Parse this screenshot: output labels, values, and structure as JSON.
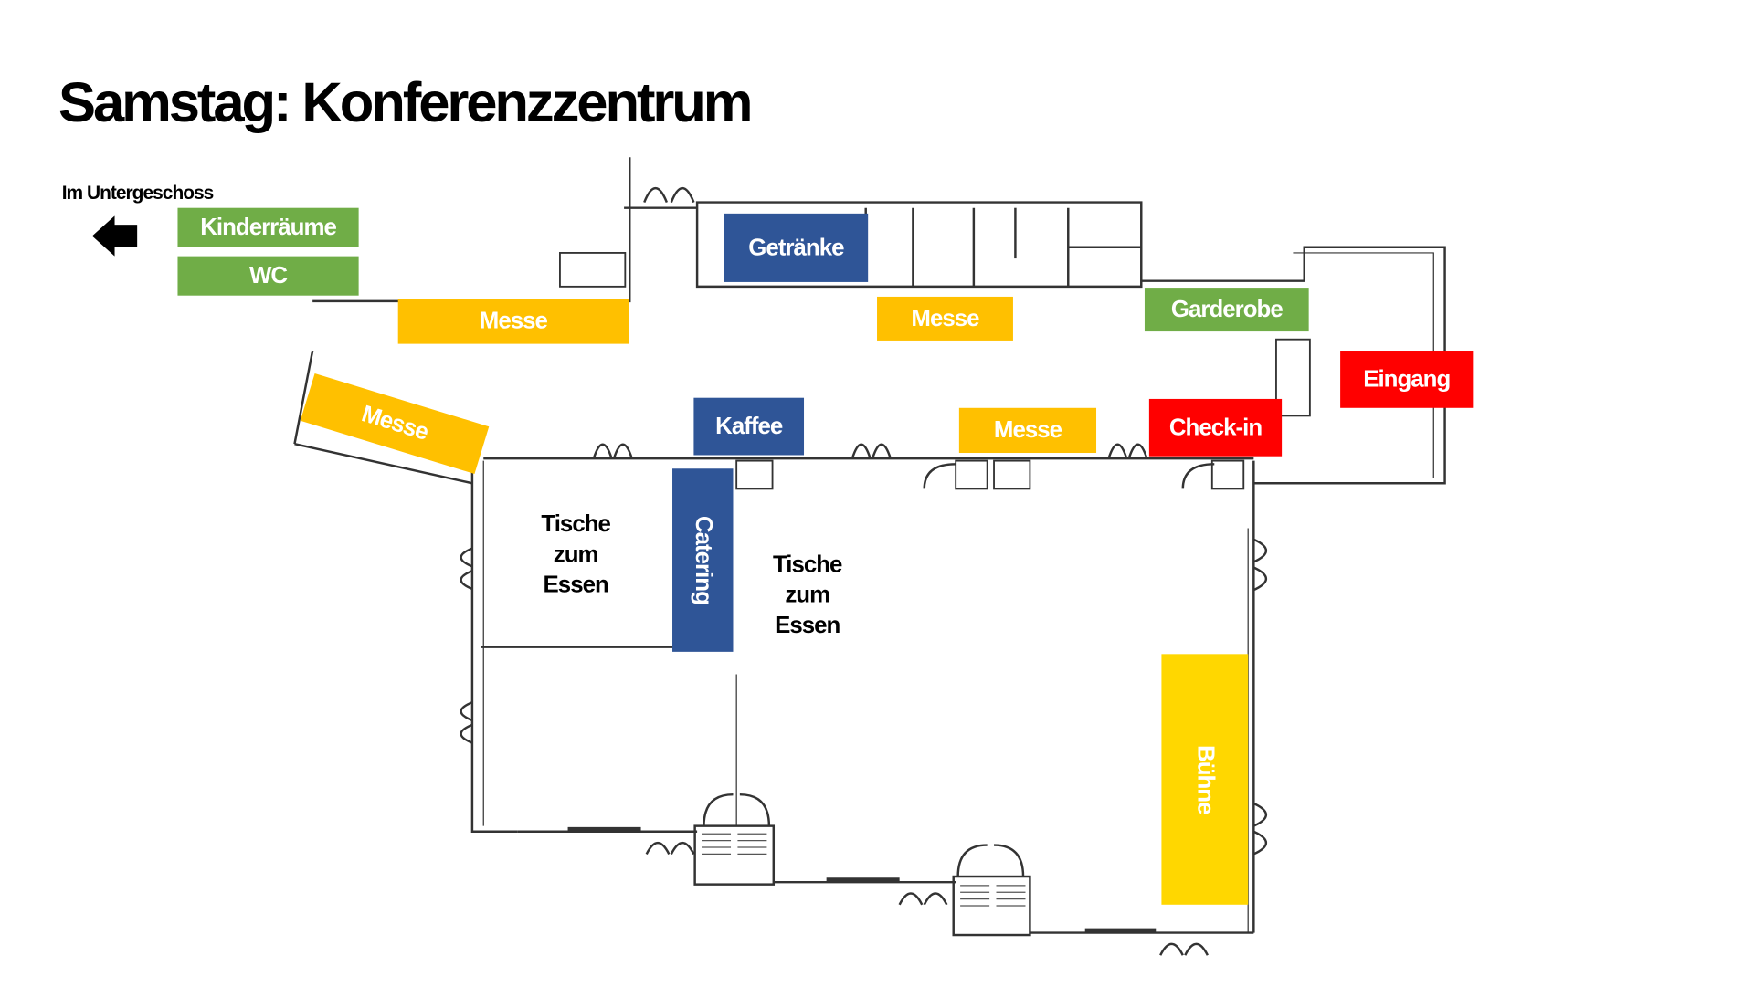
{
  "title": "Samstag: Konferenzzentrum",
  "basement": {
    "heading": "Im Untergeschoss",
    "arrow_icon": "arrow-left-icon",
    "rooms": [
      "Kinderräume",
      "WC"
    ]
  },
  "areas": {
    "messe_1": "Messe",
    "messe_2": "Messe",
    "messe_3": "Messe",
    "messe_4": "Messe",
    "getraenke": "Getränke",
    "garderobe": "Garderobe",
    "eingang": "Eingang",
    "checkin": "Check-in",
    "kaffee": "Kaffee",
    "catering": "Catering",
    "buehne": "Bühne"
  },
  "tables": {
    "left": [
      "Tische",
      "zum",
      "Essen"
    ],
    "right": [
      "Tische",
      "zum",
      "Essen"
    ]
  },
  "colors": {
    "green": "#70ad47",
    "blue": "#2f5597",
    "orange": "#ffc000",
    "red": "#ff0000",
    "yellow": "#ffd700"
  }
}
